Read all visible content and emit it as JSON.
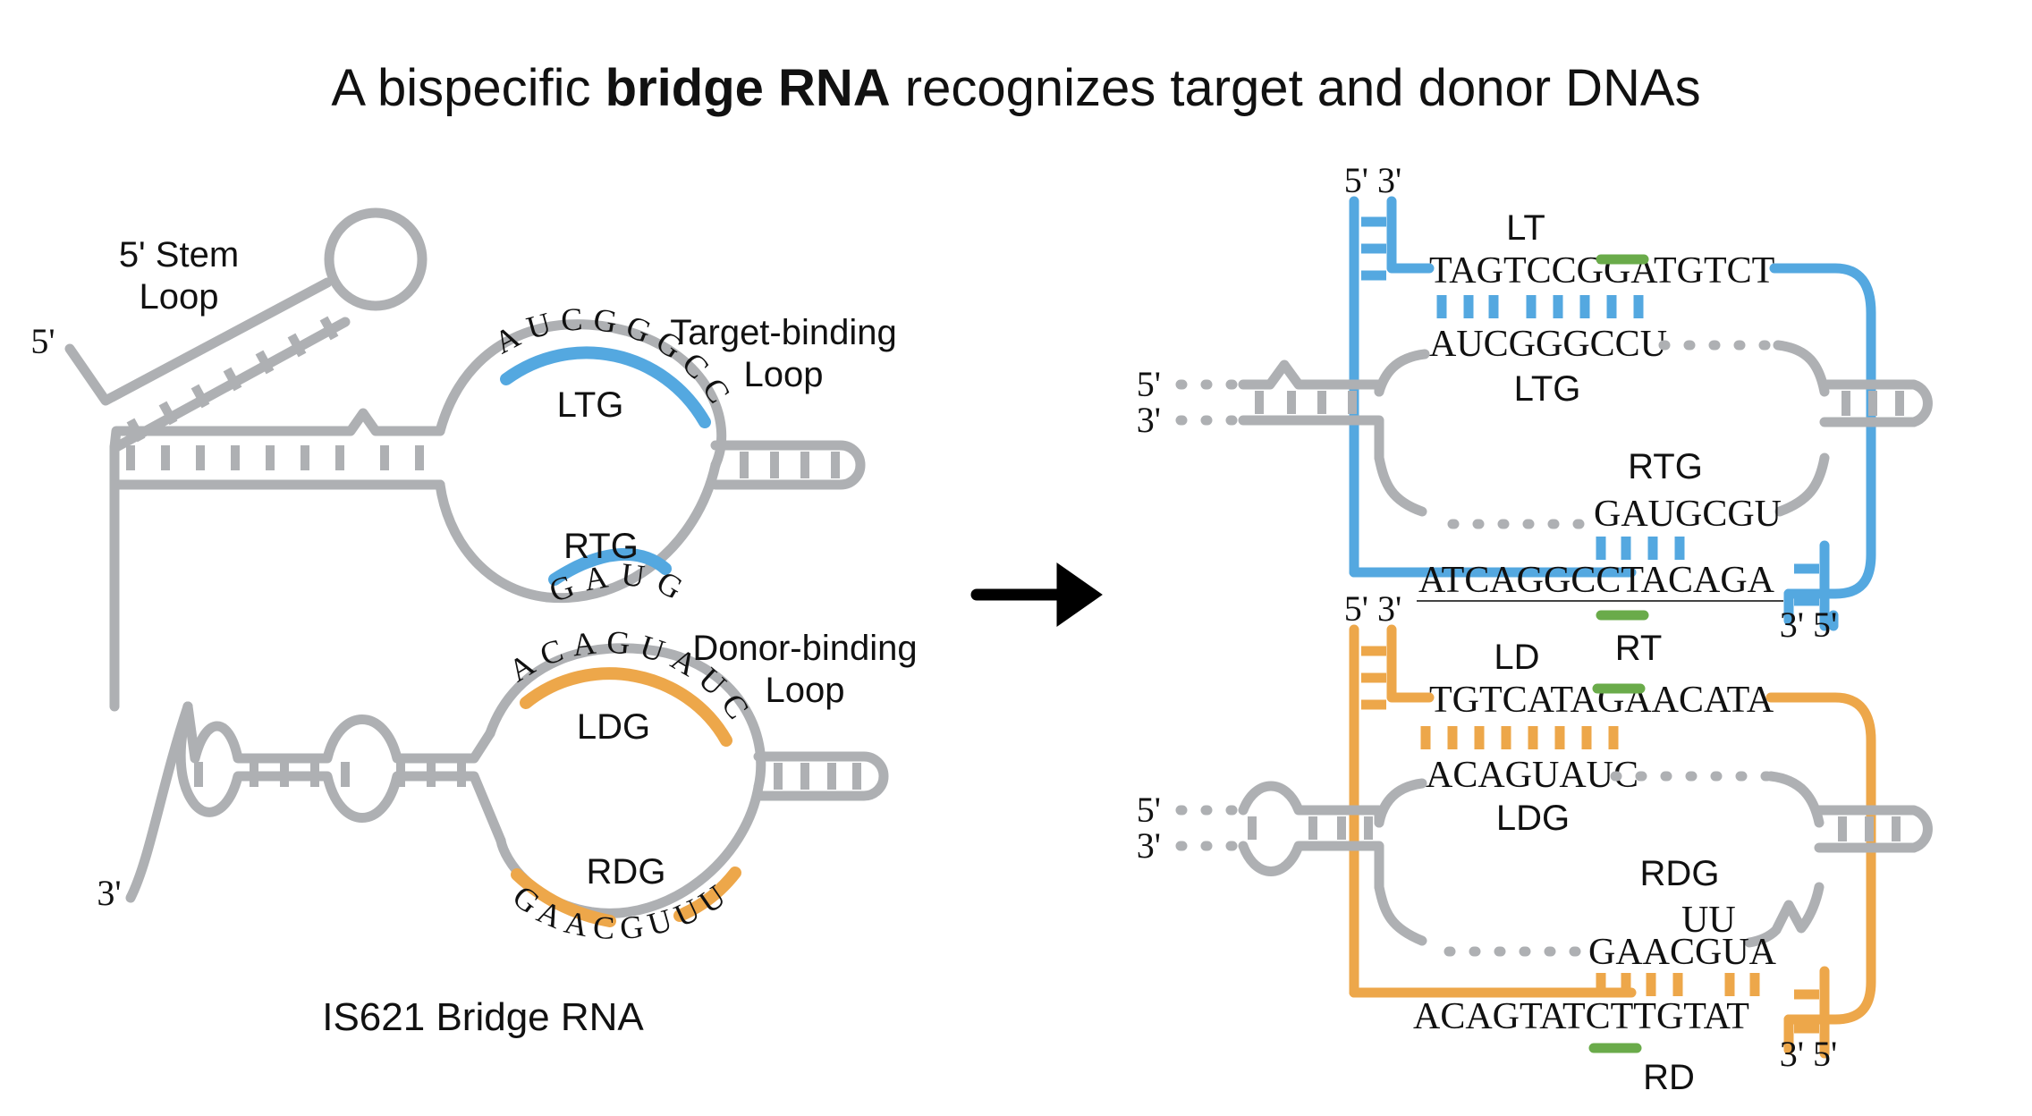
{
  "title": {
    "part1": "A bispecific ",
    "bold": "bridge RNA",
    "part2": " recognizes target and donor DNAs"
  },
  "left_panel": {
    "caption": "IS621 Bridge RNA",
    "labels": {
      "stem_loop": "5' Stem",
      "stem_loop2": "Loop",
      "five_prime": "5'",
      "three_prime": "3'",
      "target_loop": "Target-binding",
      "target_loop2": "Loop",
      "donor_loop": "Donor-binding",
      "donor_loop2": "Loop"
    },
    "ltg": {
      "name": "LTG",
      "sequence": "AUCGGGCCU",
      "color": "#54a8e0"
    },
    "rtg": {
      "name": "RTG",
      "sequence": "GAUG",
      "color": "#54a8e0"
    },
    "ldg": {
      "name": "LDG",
      "sequence": "ACAGUAUC",
      "color": "#eda74a"
    },
    "rdg": {
      "name": "RDG",
      "sequence": "GAACGUUUA",
      "color": "#eda74a"
    }
  },
  "arrow": {
    "name": "right-arrow"
  },
  "right_panel": {
    "target_complex": {
      "five_three_top": "5' 3'",
      "three_five_bottom": "3' 5'",
      "dna_five": "5'",
      "dna_three": "3'",
      "lt": {
        "label": "LT",
        "dna": "TAGTCCGGATGTCT",
        "rna": "AUCGGGCCU",
        "rna_label": "LTG"
      },
      "rt": {
        "label": "RT",
        "dna": "ATCAGGCCTACAGA",
        "rna": "GAUGCGU",
        "rna_label": "RTG"
      },
      "color": "#54a8e0"
    },
    "donor_complex": {
      "five_three_top": "5' 3'",
      "three_five_bottom": "3' 5'",
      "dna_five": "5'",
      "dna_three": "3'",
      "ld": {
        "label": "LD",
        "dna": "TGTCATAGAACATA",
        "rna": "ACAGUAUC",
        "rna_label": "LDG"
      },
      "rd": {
        "label": "RD",
        "dna": "ACAGTATCTTGTAT",
        "rna": "GAACGUA",
        "rna_extra": "UU",
        "rna_label": "RDG"
      },
      "color": "#eda74a"
    }
  },
  "colors": {
    "rna_grey": "#aeb0b3",
    "target_blue": "#54a8e0",
    "donor_orange": "#eda74a",
    "core_green": "#6aab4a",
    "text_black": "#111111"
  }
}
